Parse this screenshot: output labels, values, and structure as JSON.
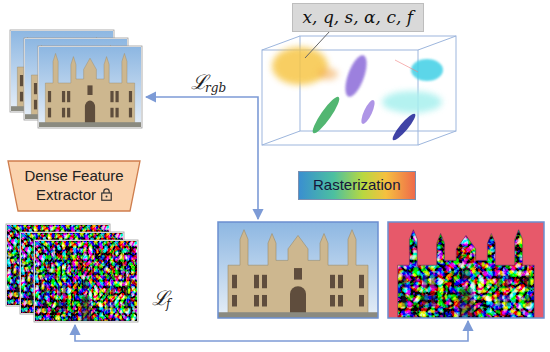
{
  "diagram": {
    "nodes": [
      {
        "text": [
          "x, q, s, α, c, f"
        ]
      },
      {
        "text": [
          "Dense Feature Extractor"
        ]
      },
      {
        "text": [
          "Rasterization"
        ]
      }
    ],
    "labels": [
      "ℒ",
      "rgb",
      "ℒ",
      "f"
    ]
  }
}
